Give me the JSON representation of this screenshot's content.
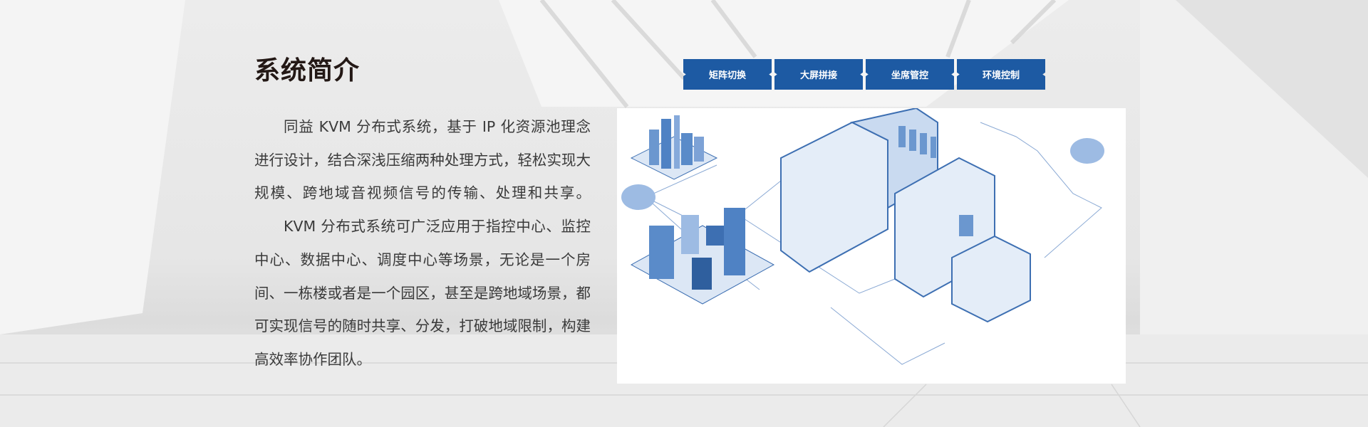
{
  "section": {
    "title": "系统简介"
  },
  "paragraphs": [
    "同益 KVM 分布式系统，基于 IP 化资源池理念进行设计，结合深浅压缩两种处理方式，轻松实现大规模、跨地域音视频信号的传输、处理和共享。",
    "KVM 分布式系统可广泛应用于指控中心、监控中心、数据中心、调度中心等场景，无论是一个房间、一栋楼或者是一个园区，甚至是跨地域场景，都可实现信号的随时共享、分发，打破地域限制，构建高效率协作团队。"
  ],
  "tabs": [
    {
      "label": "矩阵切换"
    },
    {
      "label": "大屏拼接"
    },
    {
      "label": "坐席管控"
    },
    {
      "label": "环境控制"
    }
  ],
  "colors": {
    "accent": "#1d5aa3",
    "title": "#231815",
    "text": "#3a3a3a",
    "illustration": "#4a7fc0"
  }
}
